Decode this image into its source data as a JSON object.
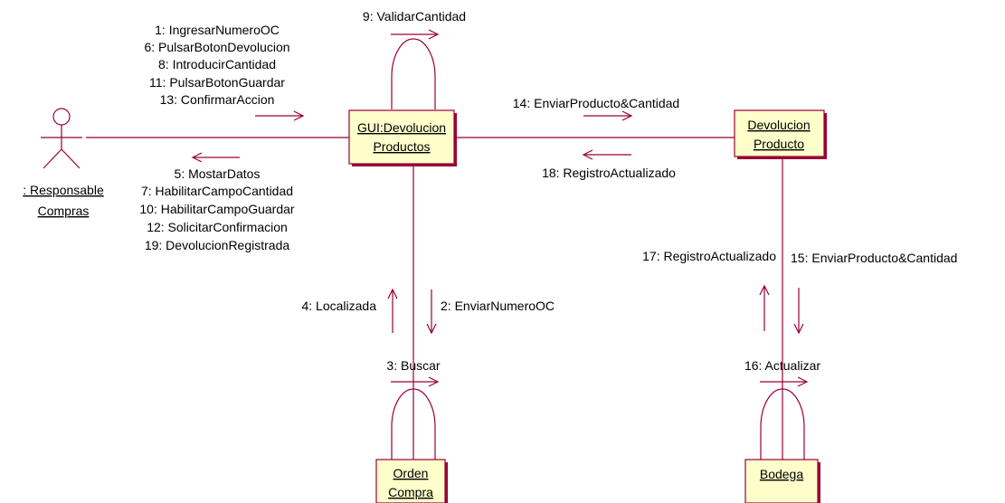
{
  "objects": {
    "gui": [
      "GUI:Devolucion",
      "Productos"
    ],
    "devolucion_producto": [
      "Devolucion",
      "Producto"
    ],
    "orden_compra": [
      "Orden",
      "Compra"
    ],
    "bodega": [
      "Bodega"
    ]
  },
  "actor": {
    "label": [
      ": Responsable",
      "Compras"
    ]
  },
  "messages": {
    "actor_to_gui": [
      "1: IngresarNumeroOC",
      "6: PulsarBotonDevolucion",
      "8: IntroducirCantidad",
      "11: PulsarBotonGuardar",
      "13: ConfirmarAccion"
    ],
    "gui_to_actor": [
      "5: MostarDatos",
      "7: HabilitarCampoCantidad",
      "10: HabilitarCampoGuardar",
      "12: SolicitarConfirmacion",
      "19: DevolucionRegistrada"
    ],
    "gui_self": "9: ValidarCantidad",
    "gui_to_devolucion": "14: EnviarProducto&Cantidad",
    "devolucion_to_gui": "18: RegistroActualizado",
    "gui_to_orden": "2: EnviarNumeroOC",
    "orden_to_gui": "4: Localizada",
    "orden_self": "3: Buscar",
    "devolucion_to_bodega": "15: EnviarProducto&Cantidad",
    "bodega_to_devolucion": "17: RegistroActualizado",
    "bodega_self": "16: Actualizar"
  }
}
